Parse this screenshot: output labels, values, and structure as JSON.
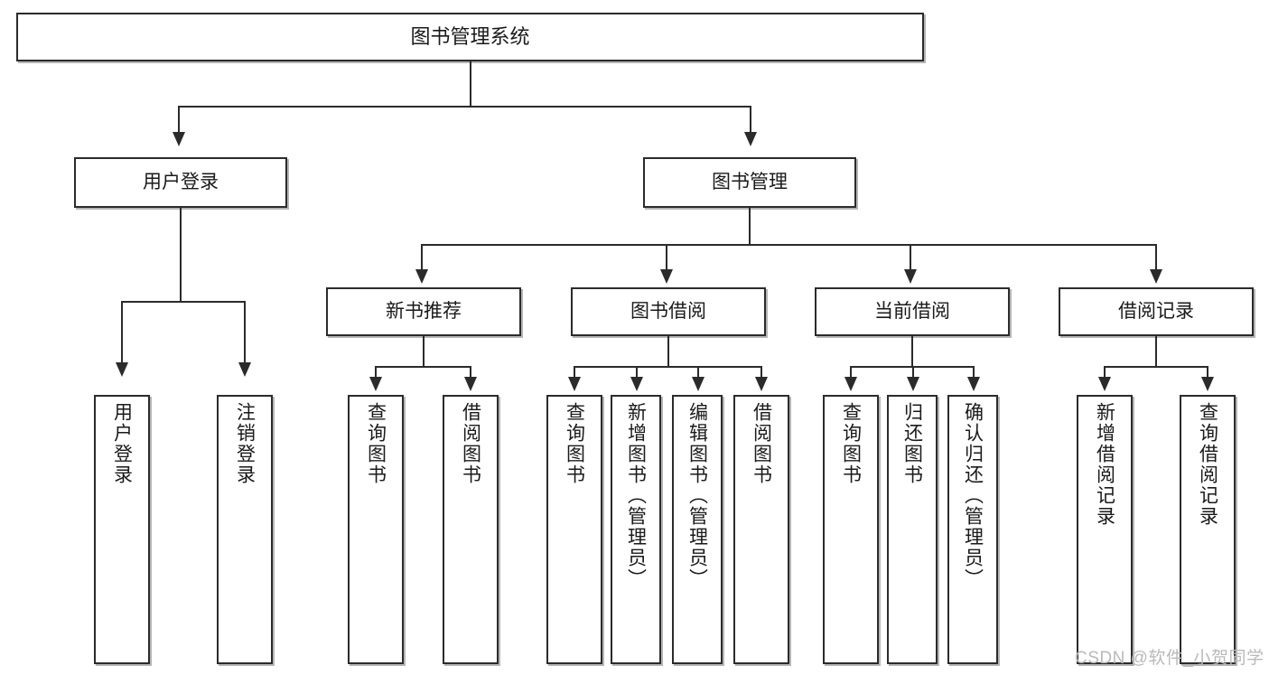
{
  "diagram": {
    "type": "tree",
    "title": "图书管理系统",
    "watermark": "CSDN @软件_小贺同学",
    "colors": {
      "background": "#ffffff",
      "border": "#2b2b2b",
      "text": "#1a1a1a",
      "watermark": "#b9b9b9"
    },
    "nodes": {
      "root": {
        "label": "图书管理系统"
      },
      "level1": [
        {
          "id": "user-login",
          "label": "用户登录"
        },
        {
          "id": "book-manage",
          "label": "图书管理"
        }
      ],
      "level2": [
        {
          "id": "new-book-rec",
          "label": "新书推荐"
        },
        {
          "id": "book-borrow",
          "label": "图书借阅"
        },
        {
          "id": "current-borrow",
          "label": "当前借阅"
        },
        {
          "id": "borrow-record",
          "label": "借阅记录"
        }
      ],
      "leaves": {
        "user-login": [
          {
            "id": "leaf-user-login",
            "label": "用户登录"
          },
          {
            "id": "leaf-logout",
            "label": "注销登录"
          }
        ],
        "new-book-rec": [
          {
            "id": "leaf-query-book-1",
            "label": "查询图书"
          },
          {
            "id": "leaf-borrow-book-1",
            "label": "借阅图书"
          }
        ],
        "book-borrow": [
          {
            "id": "leaf-query-book-2",
            "label": "查询图书"
          },
          {
            "id": "leaf-add-book",
            "label": "新增图书（管理员）"
          },
          {
            "id": "leaf-edit-book",
            "label": "编辑图书（管理员）"
          },
          {
            "id": "leaf-borrow-book-2",
            "label": "借阅图书"
          }
        ],
        "current-borrow": [
          {
            "id": "leaf-query-book-3",
            "label": "查询图书"
          },
          {
            "id": "leaf-return-book",
            "label": "归还图书"
          },
          {
            "id": "leaf-confirm-return",
            "label": "确认归还（管理员）"
          }
        ],
        "borrow-record": [
          {
            "id": "leaf-add-record",
            "label": "新增借阅记录"
          },
          {
            "id": "leaf-query-record",
            "label": "查询借阅记录"
          }
        ]
      }
    }
  }
}
